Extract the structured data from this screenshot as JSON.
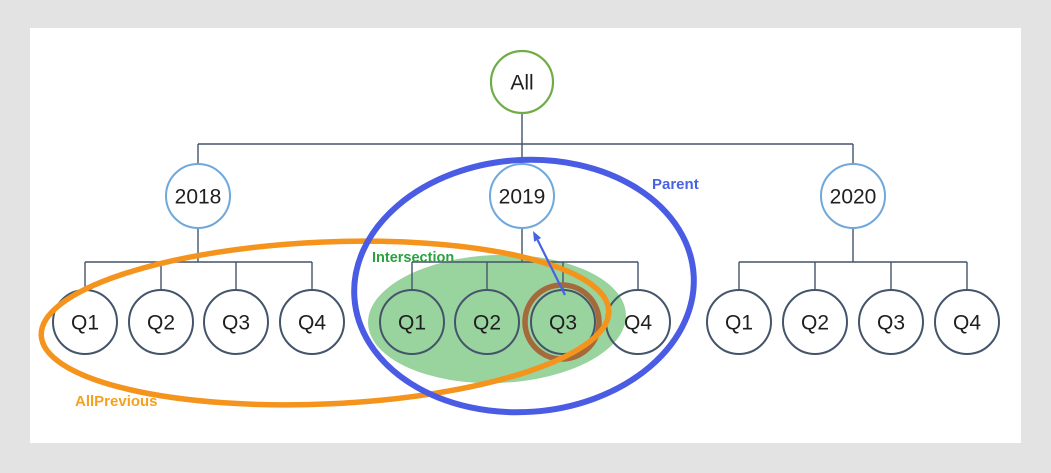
{
  "diagram": {
    "root": {
      "label": "All"
    },
    "years": [
      {
        "label": "2018",
        "quarters": [
          "Q1",
          "Q2",
          "Q3",
          "Q4"
        ]
      },
      {
        "label": "2019",
        "quarters": [
          "Q1",
          "Q2",
          "Q3",
          "Q4"
        ]
      },
      {
        "label": "2020",
        "quarters": [
          "Q1",
          "Q2",
          "Q3",
          "Q4"
        ]
      }
    ],
    "annotations": {
      "all_previous": {
        "label": "AllPrevious",
        "color": "#F5A11D"
      },
      "parent": {
        "label": "Parent",
        "color": "#4763E4"
      },
      "intersection": {
        "label": "Intersection",
        "color": "#2AA23F"
      },
      "highlight_ring": {
        "around": "2019 Q3",
        "color": "#A5693B"
      }
    },
    "colors": {
      "page_background": "#e3e3e3",
      "panel_background": "#ffffff",
      "connector": "#44546A",
      "root_ring": "#70AD47",
      "year_ring": "#6FA8DC",
      "quarter_ring": "#44546A",
      "orange_ellipse": "#F5941D",
      "blue_ellipse": "#4A5BE4",
      "green_fill": "#99D39E",
      "arrow": "#4763E4",
      "node_text": "#1f1f1f"
    }
  }
}
